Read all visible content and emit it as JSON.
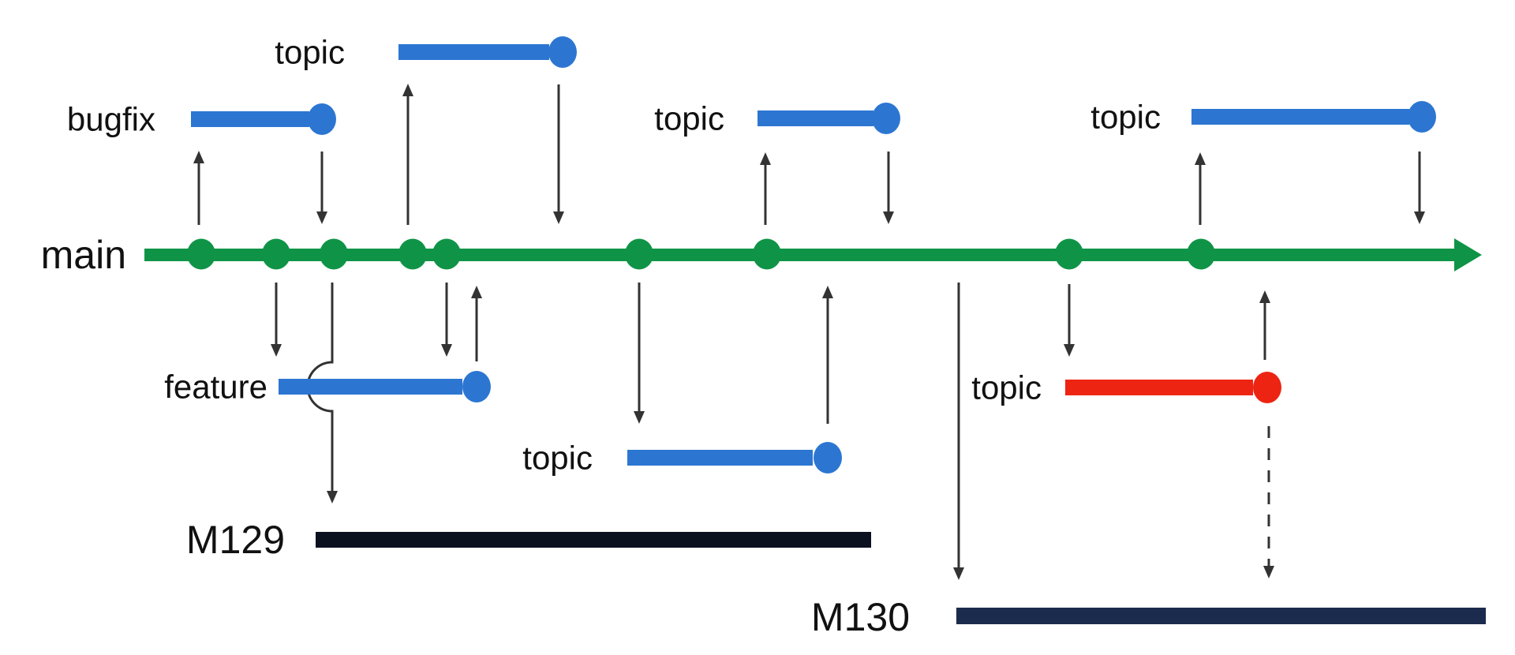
{
  "diagram": {
    "type": "git-branching-timeline",
    "main": {
      "label": "main",
      "commit_count": 9
    },
    "branches": [
      {
        "id": "bugfix",
        "label": "bugfix",
        "color_key": "branch_blue",
        "row": "above-main",
        "merged_back": true
      },
      {
        "id": "topic-1",
        "label": "topic",
        "color_key": "branch_blue",
        "row": "above-main",
        "merged_back": true
      },
      {
        "id": "topic-2",
        "label": "topic",
        "color_key": "branch_blue",
        "row": "above-main",
        "merged_back": true
      },
      {
        "id": "topic-3",
        "label": "topic",
        "color_key": "branch_blue",
        "row": "above-main",
        "merged_back": true
      },
      {
        "id": "feature",
        "label": "feature",
        "color_key": "branch_blue",
        "row": "below-main",
        "merged_back": true
      },
      {
        "id": "topic-4",
        "label": "topic",
        "color_key": "branch_blue",
        "row": "below-main",
        "merged_back": true
      },
      {
        "id": "topic-red",
        "label": "topic",
        "color_key": "branch_red",
        "row": "below-main",
        "merged_back": true,
        "dashed_link_to": "M130"
      }
    ],
    "milestones": [
      {
        "id": "m129",
        "label": "M129",
        "color_key": "milestone_m129"
      },
      {
        "id": "m130",
        "label": "M130",
        "color_key": "milestone_m130"
      }
    ]
  },
  "colors": {
    "main_branch": "#0f9447",
    "branch_blue": "#2c76d2",
    "branch_red": "#ee2412",
    "milestone_m129": "#0b111f",
    "milestone_m130": "#1b2b4d",
    "arrow": "#333333",
    "label_text": "#111111",
    "background": "#ffffff"
  }
}
